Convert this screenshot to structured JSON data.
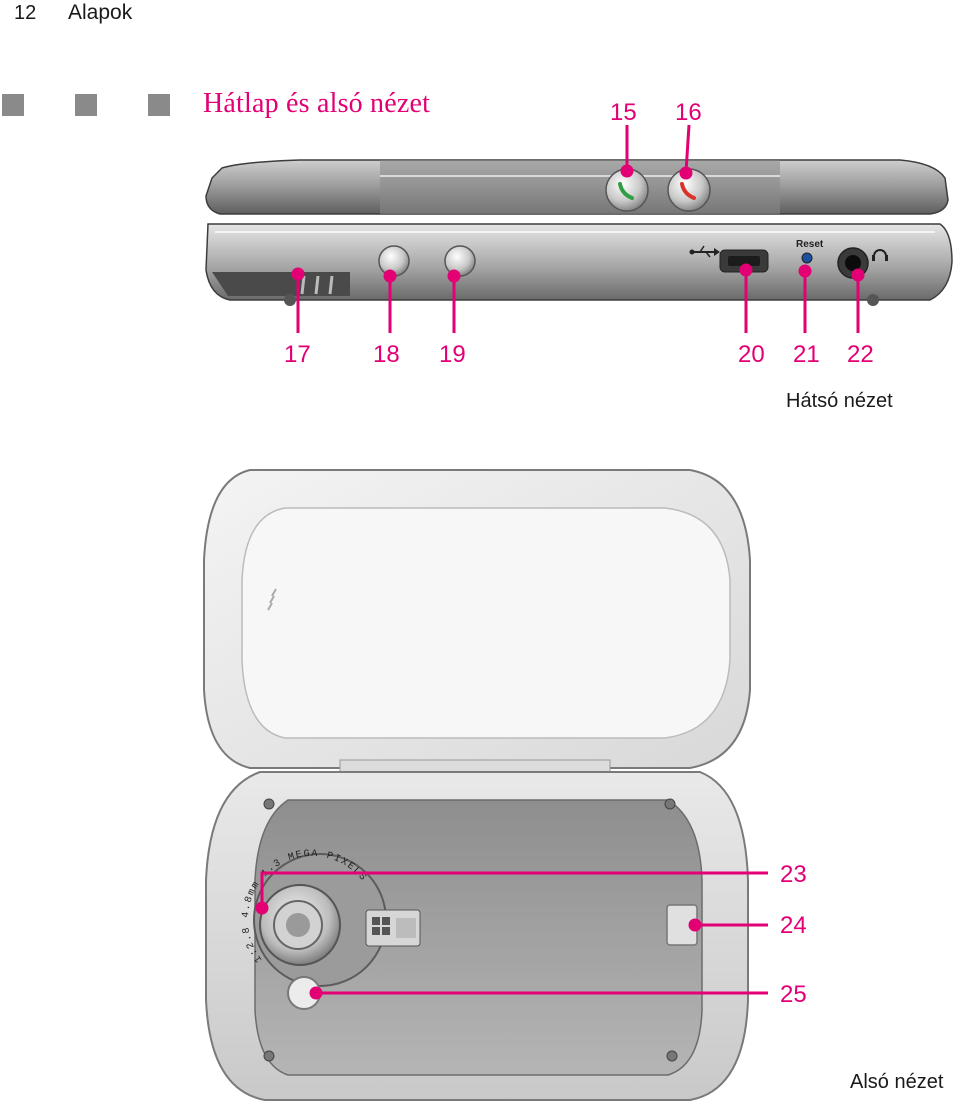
{
  "header": {
    "page_number": "12",
    "chapter": "Alapok"
  },
  "section": {
    "title": "Hátlap és alsó nézet"
  },
  "device_labels": {
    "reset": "Reset",
    "camera_ring_text": "1:2.8 4.8mm   1.3 MEGA PIXELS"
  },
  "callouts": {
    "c15": "15",
    "c16": "16",
    "c17": "17",
    "c18": "18",
    "c19": "19",
    "c20": "20",
    "c21": "21",
    "c22": "22",
    "c23": "23",
    "c24": "24",
    "c25": "25"
  },
  "captions": {
    "rear": "Hátsó nézet",
    "bottom": "Alsó nézet"
  },
  "colors": {
    "accent": "#e20074",
    "square": "#8a8a8a"
  }
}
